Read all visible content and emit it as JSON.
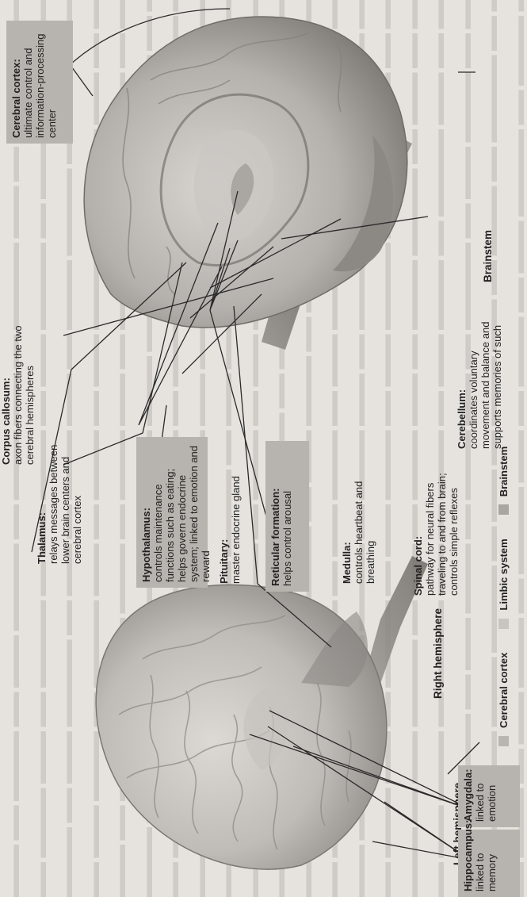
{
  "labels": {
    "amygdala": {
      "term": "Amygdala:",
      "desc": "linked to emotion"
    },
    "hippocampus": {
      "term": "Hippocampus:",
      "desc": "linked to memory"
    },
    "left_hemisphere": "Left hemisphere",
    "right_hemisphere": "Right hemisphere",
    "corpus_callosum": {
      "term": "Corpus callosum:",
      "desc": "axon fibers connecting the two cerebral hemispheres"
    },
    "thalamus": {
      "term": "Thalamus:",
      "desc": "relays messages between lower brain centers and cerebral cortex"
    },
    "hypothalamus": {
      "term": "Hypothalamus:",
      "desc": "controls maintenance functions such as eating; helps govern endocrine system; linked to emotion and reward"
    },
    "pituitary": {
      "term": "Pituitary:",
      "desc": "master endocrine gland"
    },
    "reticular_formation": {
      "term": "Reticular formation:",
      "desc": "helps control arousal"
    },
    "medulla": {
      "term": "Medulla:",
      "desc": "controls heartbeat and breathing"
    },
    "spinal_cord": {
      "term": "Spinal cord:",
      "desc": "pathway for neural fibers traveling to and from brain; controls simple reflexes"
    },
    "cerebellum": {
      "term": "Cerebellum:",
      "desc": "coordinates voluntary movement and balance and supports memories of such"
    },
    "cerebral_cortex": {
      "term": "Cerebral cortex:",
      "desc": "ultimate control and information-processing center"
    },
    "brainstem": "Brainstem"
  },
  "legend": [
    {
      "label": "Cerebral cortex",
      "color": "#b9b6b2"
    },
    {
      "label": "Limbic system",
      "color": "#c8c5c1"
    },
    {
      "label": "Brainstem",
      "color": "#a9a6a2"
    }
  ]
}
